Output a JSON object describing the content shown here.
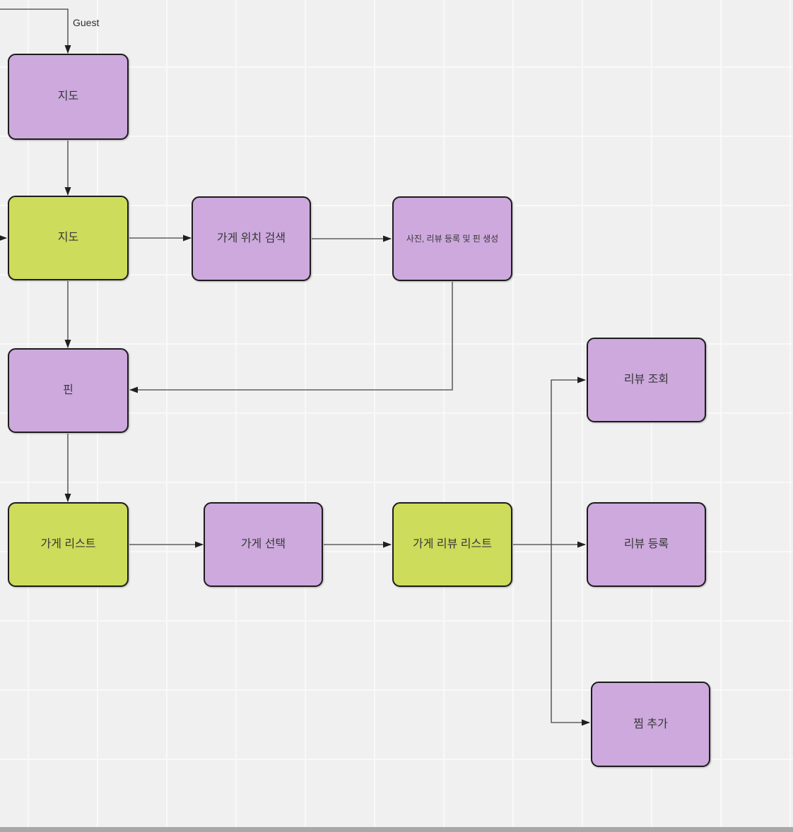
{
  "canvas": {
    "background_color": "#f0f0f1",
    "grid_color": "#f9f9fa",
    "scrollbar_color": "#a8a8a8"
  },
  "colors": {
    "node_purple": "#cda9dd",
    "node_green": "#cddc5a",
    "node_border": "#1c1c1c",
    "node_text": "#383838",
    "edge_stroke": "#424242"
  },
  "diagram": {
    "nodes": [
      {
        "id": "map-guest",
        "label": "지도",
        "color": "purple"
      },
      {
        "id": "map",
        "label": "지도",
        "color": "green"
      },
      {
        "id": "store-location-search",
        "label": "가게 위치 검색",
        "color": "purple"
      },
      {
        "id": "photo-review-pin-create",
        "label": "사진, 리뷰 등록 및 핀 생성",
        "color": "purple"
      },
      {
        "id": "pin",
        "label": "핀",
        "color": "purple"
      },
      {
        "id": "store-list",
        "label": "가게 리스트",
        "color": "green"
      },
      {
        "id": "store-select",
        "label": "가게 선택",
        "color": "purple"
      },
      {
        "id": "store-review-list",
        "label": "가게 리뷰 리스트",
        "color": "green"
      },
      {
        "id": "review-view",
        "label": "리뷰 조회",
        "color": "purple"
      },
      {
        "id": "review-register",
        "label": "리뷰 등록",
        "color": "purple"
      },
      {
        "id": "favorite-add",
        "label": "찜 추가",
        "color": "purple"
      }
    ],
    "edges": [
      {
        "from": "offscreen-top",
        "to": "map-guest",
        "label": "Guest"
      },
      {
        "from": "map-guest",
        "to": "map"
      },
      {
        "from": "offscreen-left",
        "to": "map"
      },
      {
        "from": "map",
        "to": "store-location-search"
      },
      {
        "from": "store-location-search",
        "to": "photo-review-pin-create"
      },
      {
        "from": "photo-review-pin-create",
        "to": "pin"
      },
      {
        "from": "map",
        "to": "pin"
      },
      {
        "from": "pin",
        "to": "store-list"
      },
      {
        "from": "store-list",
        "to": "store-select"
      },
      {
        "from": "store-select",
        "to": "store-review-list"
      },
      {
        "from": "store-review-list",
        "to": "review-register"
      },
      {
        "from": "store-review-list",
        "to": "review-view"
      },
      {
        "from": "store-review-list",
        "to": "favorite-add"
      }
    ]
  }
}
